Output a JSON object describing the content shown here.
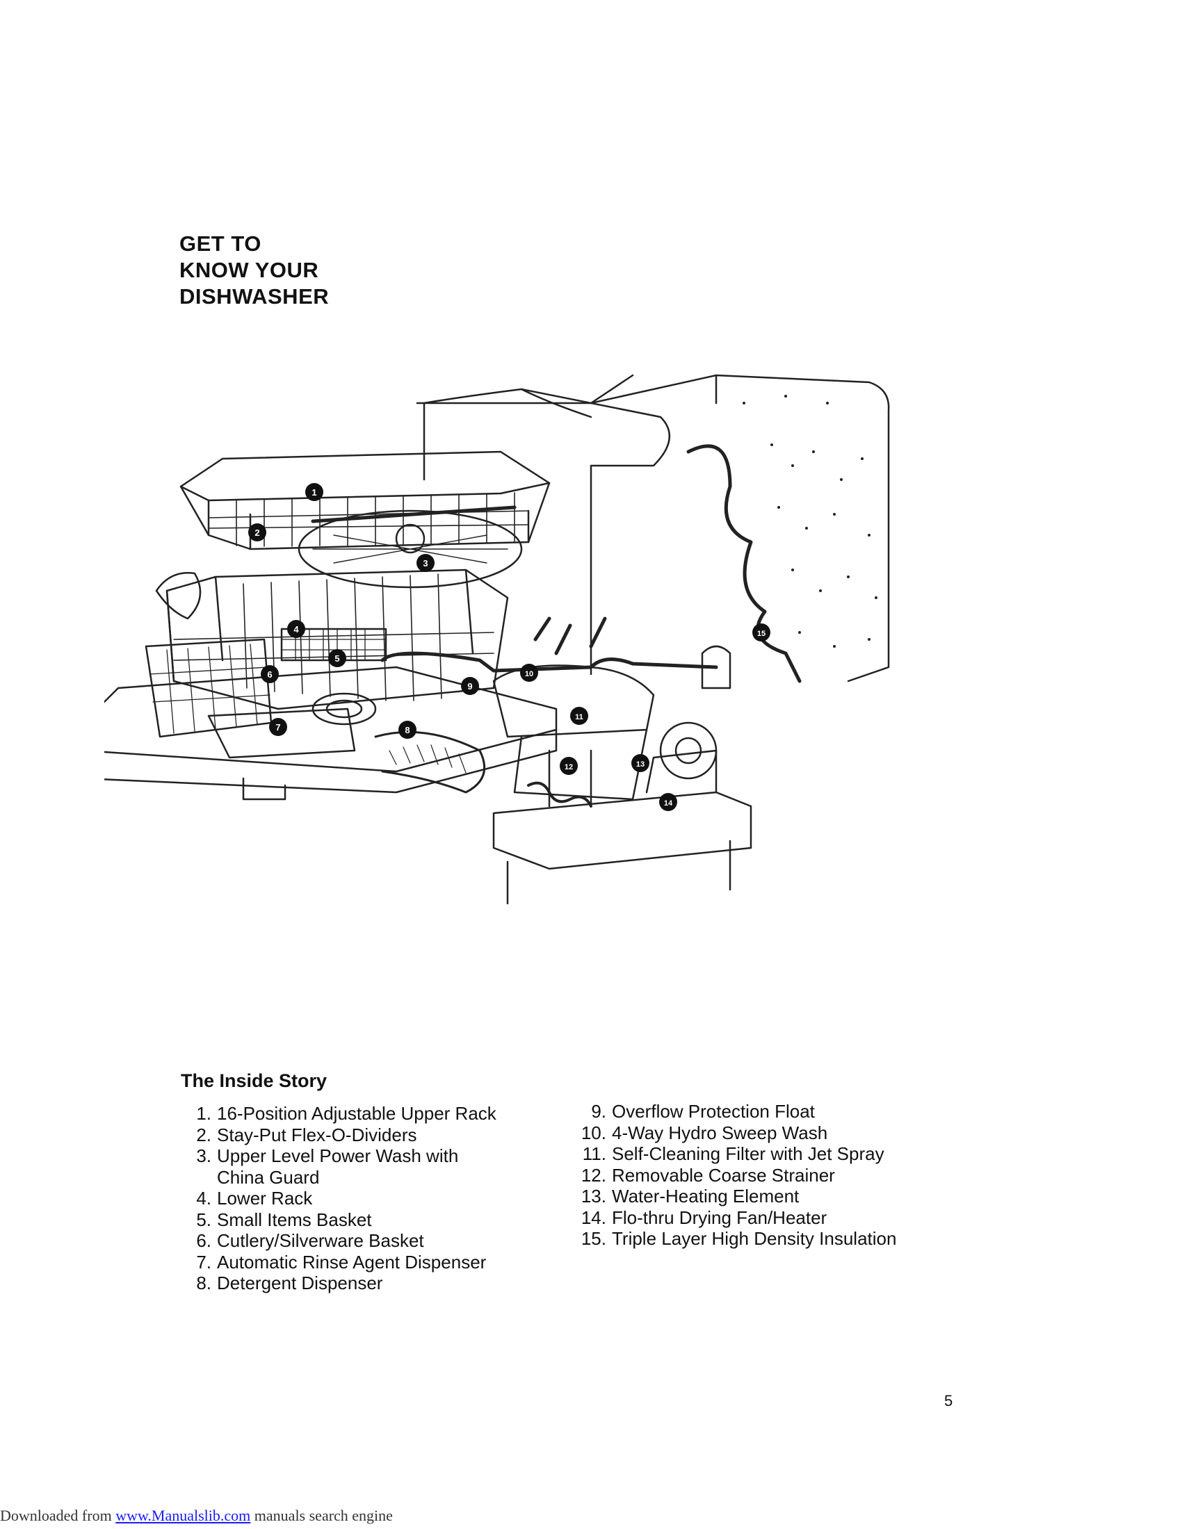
{
  "heading": [
    "GET TO",
    "KNOW YOUR",
    "DISHWASHER"
  ],
  "section_title": "The Inside Story",
  "parts_left": [
    {
      "num": "1.",
      "text": "16-Position Adjustable Upper Rack"
    },
    {
      "num": "2.",
      "text": "Stay-Put Flex-O-Dividers"
    },
    {
      "num": "3.",
      "text": "Upper Level Power Wash with"
    },
    {
      "num": "",
      "text": "China Guard"
    },
    {
      "num": "4.",
      "text": "Lower Rack"
    },
    {
      "num": "5.",
      "text": "Small Items Basket"
    },
    {
      "num": "6.",
      "text": "Cutlery/Silverware Basket"
    },
    {
      "num": "7.",
      "text": "Automatic Rinse Agent Dispenser"
    },
    {
      "num": "8.",
      "text": "Detergent Dispenser"
    }
  ],
  "parts_right": [
    {
      "num": "9.",
      "text": "Overflow Protection Float"
    },
    {
      "num": "10.",
      "text": "4-Way Hydro Sweep Wash"
    },
    {
      "num": "11.",
      "text": "Self-Cleaning Filter with Jet Spray"
    },
    {
      "num": "12.",
      "text": "Removable Coarse Strainer"
    },
    {
      "num": "13.",
      "text": "Water-Heating Element"
    },
    {
      "num": "14.",
      "text": "Flo-thru Drying Fan/Heater"
    },
    {
      "num": "15.",
      "text": "Triple Layer High Density Insulation"
    }
  ],
  "callouts": [
    "1",
    "2",
    "3",
    "4",
    "5",
    "6",
    "7",
    "8",
    "9",
    "10",
    "11",
    "12",
    "13",
    "14",
    "15"
  ],
  "page_number": "5",
  "footer": {
    "prefix": "Downloaded from ",
    "link": "www.Manualslib.com",
    "suffix": " manuals search engine"
  }
}
